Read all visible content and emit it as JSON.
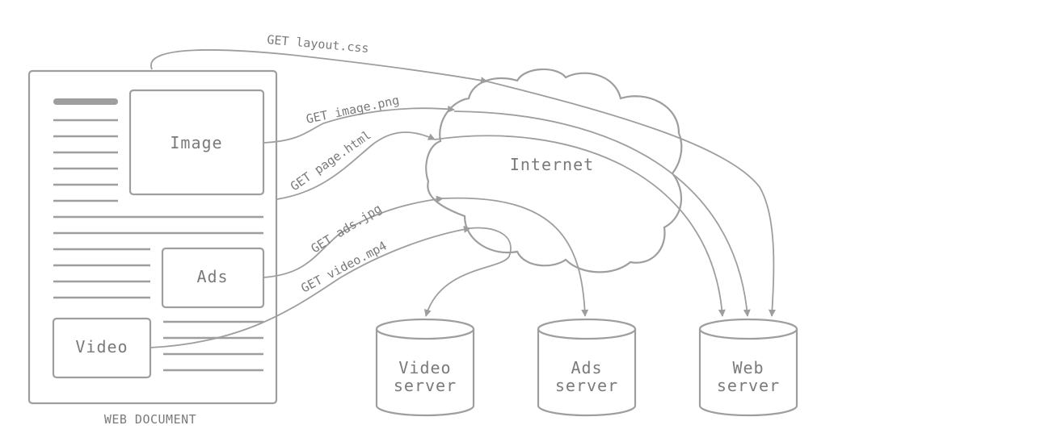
{
  "document": {
    "caption": "WEB DOCUMENT",
    "image_label": "Image",
    "ads_label": "Ads",
    "video_label": "Video"
  },
  "cloud": {
    "label": "Internet"
  },
  "requests": {
    "layout": "GET layout.css",
    "image": "GET image.png",
    "page": "GET page.html",
    "ads": "GET ads.jpg",
    "video": "GET video.mp4"
  },
  "servers": {
    "video": {
      "line1": "Video",
      "line2": "server"
    },
    "ads": {
      "line1": "Ads",
      "line2": "server"
    },
    "web": {
      "line1": "Web",
      "line2": "server"
    }
  },
  "colors": {
    "stroke": "#9e9e9e",
    "text": "#7a7a7a",
    "background": "#ffffff"
  }
}
